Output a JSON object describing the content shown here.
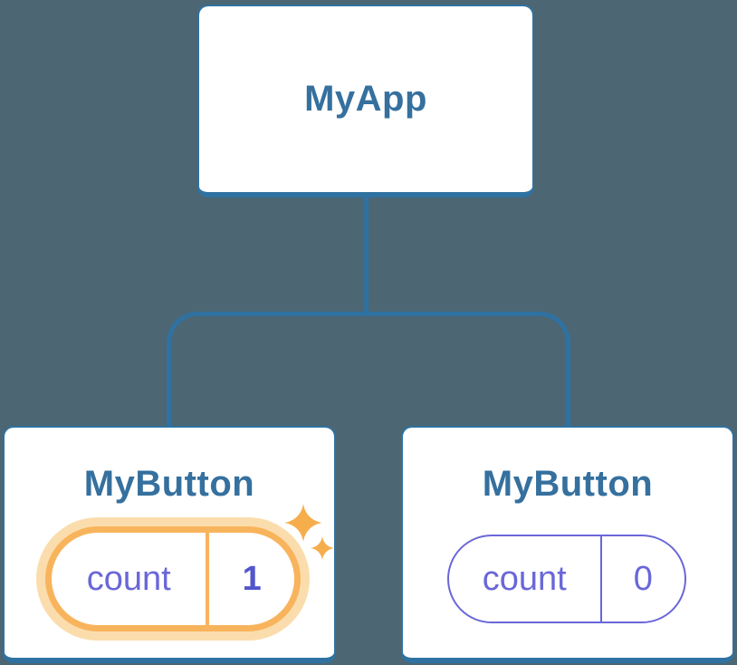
{
  "tree": {
    "root": {
      "label": "MyApp"
    },
    "children": [
      {
        "label": "MyButton",
        "state": {
          "key": "count",
          "value": "1"
        },
        "highlighted": true
      },
      {
        "label": "MyButton",
        "state": {
          "key": "count",
          "value": "0"
        },
        "highlighted": false
      }
    ]
  },
  "colors": {
    "bg": "#4c6673",
    "line": "#2f72a2",
    "heading": "#35709e",
    "purple": "#6a67d8",
    "value-purple": "#5156cb",
    "orange": "#f8b45c",
    "orange-glow": "#fbddad",
    "orange-star": "#f6ad4c",
    "card-bg": "#ffffff"
  }
}
